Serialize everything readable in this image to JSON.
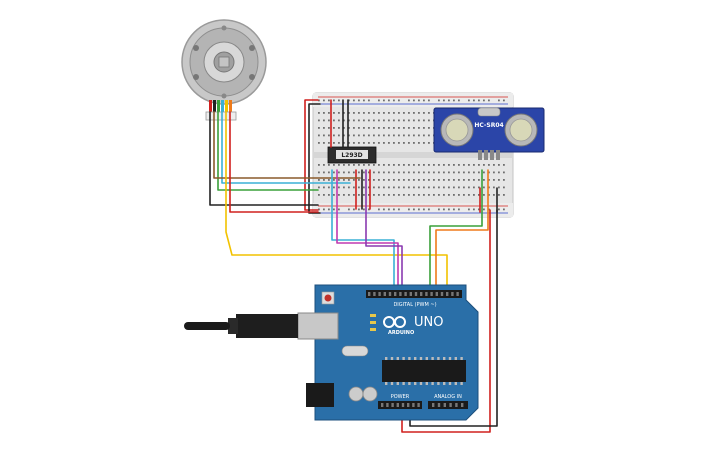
{
  "components": {
    "motor_driver": {
      "label": "L293D"
    },
    "ultrasonic": {
      "label": "HC-SR04"
    },
    "arduino": {
      "model": "UNO",
      "brand": "ARDUINO",
      "digital_label": "DIGITAL (PWM ~)",
      "power_label": "POWER",
      "analog_label": "ANALOG IN"
    }
  },
  "colors": {
    "board": "#2a6fa8",
    "breadboard": "#e6e6e6",
    "sensor": "#2b45a8",
    "wires": {
      "red": "#d0201e",
      "black": "#222222",
      "yellow": "#f2c200",
      "green": "#3aa03a",
      "orange": "#ef7a1a",
      "brown": "#8a5a2b",
      "cyan": "#3ab0d6",
      "purple": "#8a3ab0",
      "magenta": "#c03ab0"
    }
  }
}
